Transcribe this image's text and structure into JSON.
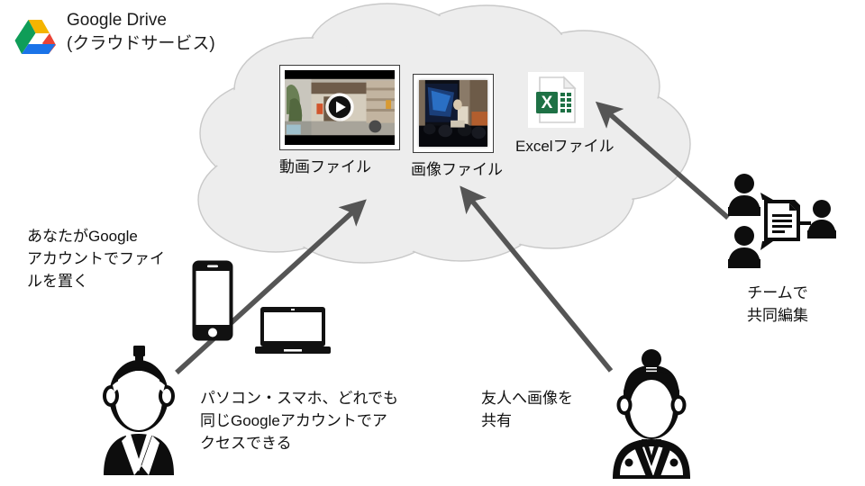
{
  "brand": {
    "logo_icon": "google-drive-logo",
    "title_line1": "Google Drive",
    "title_line2": "(クラウドサービス)",
    "title": "Google Drive\n(クラウドサービス)",
    "colors": {
      "green": "#0f9d58",
      "yellow": "#f4b400",
      "blue": "#1a73e8",
      "red": "#ea4335"
    }
  },
  "cloud": {
    "name": "cloud-storage-shape",
    "fill": "#ededed",
    "stroke": "#c8c8c8"
  },
  "files": [
    {
      "id": "video-file",
      "icon": "video-thumbnail-play-icon",
      "label": "動画ファイル"
    },
    {
      "id": "image-file",
      "icon": "image-thumbnail-icon",
      "label": "画像ファイル"
    },
    {
      "id": "excel-file",
      "icon": "excel-document-icon",
      "label": "Excelファイル",
      "color": "#1e7145"
    }
  ],
  "notes": {
    "upload": "あなたがGoogle\nアカウントでファイ\nルを置く",
    "devices": "パソコン・スマホ、どれでも\n同じGoogleアカウントでア\nクセスできる",
    "share": "友人へ画像を\n共有",
    "team": "チームで\n共同編集"
  },
  "actors": {
    "person_left": "person-kimono-male-icon",
    "person_right": "person-kimono-female-icon",
    "phone": "smartphone-icon",
    "laptop": "laptop-icon",
    "team": "team-collaboration-icon"
  },
  "arrows": {
    "color": "#555555",
    "items": [
      {
        "name": "arrow-upload-to-cloud",
        "from": "person-left-devices",
        "to": "video-file"
      },
      {
        "name": "arrow-share-to-cloud",
        "from": "person-right",
        "to": "image-file"
      },
      {
        "name": "arrow-team-to-cloud",
        "from": "team",
        "to": "excel-file"
      }
    ]
  }
}
